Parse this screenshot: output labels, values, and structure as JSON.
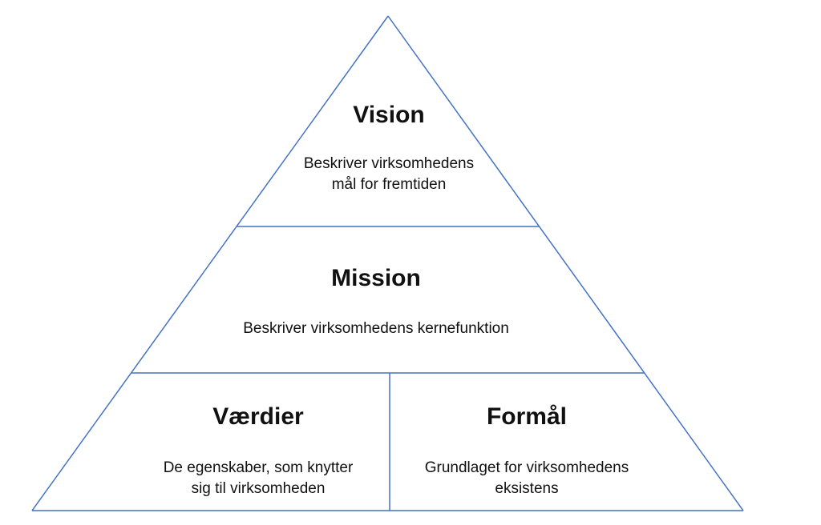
{
  "colors": {
    "line": "#4472C4",
    "text": "#111111",
    "background": "#FFFFFF"
  },
  "diagram": {
    "type": "pyramid",
    "levels": [
      {
        "name": "vision",
        "title": "Vision",
        "description": [
          "Beskriver virksomhedens",
          "mål for fremtiden"
        ]
      },
      {
        "name": "mission",
        "title": "Mission",
        "description": "Beskriver virksomhedens kernefunktion"
      },
      {
        "name": "vaerdier",
        "title": "Værdier",
        "description": [
          "De egenskaber, som knytter",
          "sig til virksomheden"
        ]
      },
      {
        "name": "formaal",
        "title": "Formål",
        "description": [
          "Grundlaget for virksomhedens",
          "eksistens"
        ]
      }
    ]
  }
}
